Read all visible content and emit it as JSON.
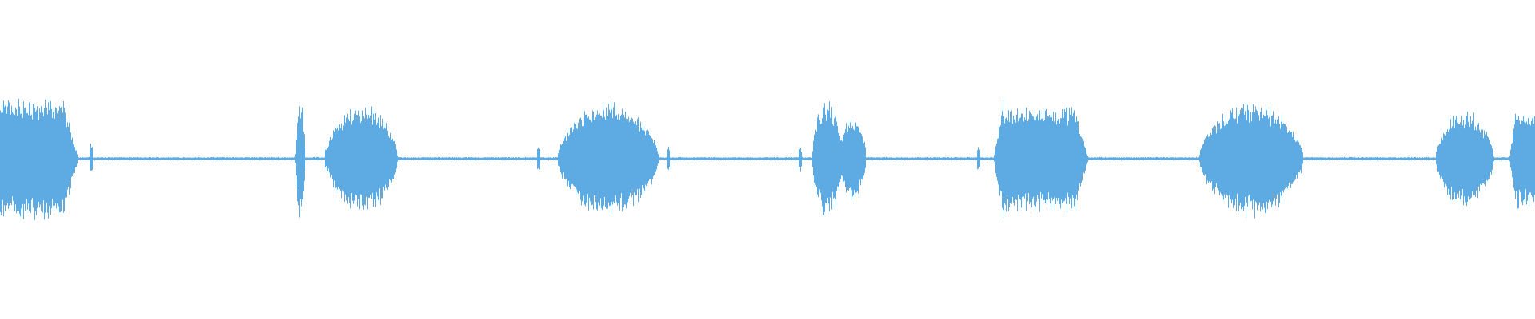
{
  "waveform": {
    "color": "#5dabe2",
    "background": "#ffffff",
    "bursts": [
      {
        "start": 0.0,
        "end": 0.051,
        "level": 0.88,
        "shape": "hold-decay"
      },
      {
        "start": 0.192,
        "end": 0.199,
        "level": 0.95,
        "shape": "spike"
      },
      {
        "start": 0.212,
        "end": 0.259,
        "level": 0.8,
        "shape": "bell"
      },
      {
        "start": 0.363,
        "end": 0.429,
        "level": 0.82,
        "shape": "bell"
      },
      {
        "start": 0.529,
        "end": 0.564,
        "level": 0.85,
        "shape": "double"
      },
      {
        "start": 0.647,
        "end": 0.709,
        "level": 0.92,
        "shape": "attack-decay"
      },
      {
        "start": 0.781,
        "end": 0.849,
        "level": 0.85,
        "shape": "bell"
      },
      {
        "start": 0.935,
        "end": 0.973,
        "level": 0.7,
        "shape": "bell"
      },
      {
        "start": 0.983,
        "end": 1.0,
        "level": 0.72,
        "shape": "attack"
      }
    ],
    "ticks": [
      0.059,
      0.212,
      0.351,
      0.435,
      0.521,
      0.637
    ]
  }
}
